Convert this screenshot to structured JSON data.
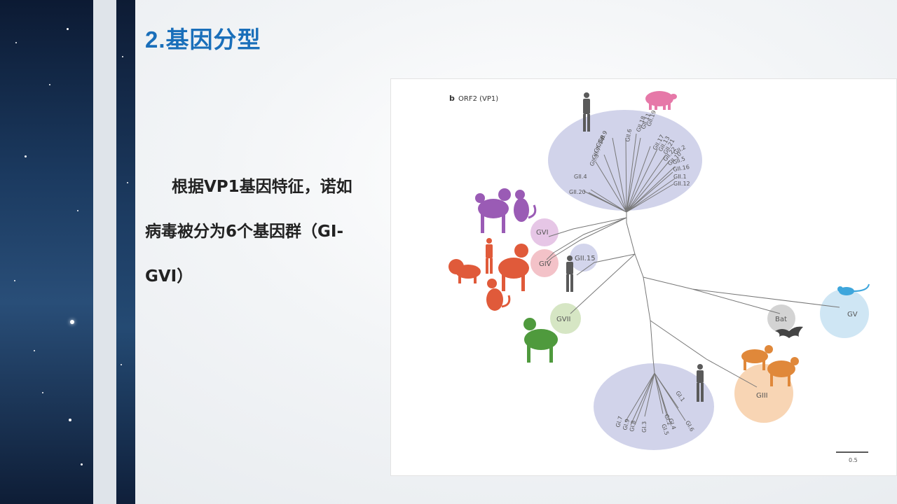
{
  "slide": {
    "title": "2.基因分型",
    "body_lines": [
      "根据VP1基因特征，诺如",
      "病毒被分为6个基因群（GI-",
      "GVI）"
    ]
  },
  "figure": {
    "panel_letter": "b",
    "panel_title": "ORF2 (VP1)",
    "group_labels": {
      "gvi": "GVI",
      "giv": "GIV",
      "gii15": "GII.15",
      "gvii": "GVII",
      "bat": "Bat",
      "gv": "GV",
      "giii": "GIII"
    },
    "gii_leaves": [
      "GII.9",
      "GII.8",
      "GII.14",
      "GII.7",
      "GII.3",
      "GII.6",
      "GII.18",
      "GII.11",
      "GII.19",
      "GII.17",
      "GII.13",
      "GII.21",
      "GII.22",
      "GII.10",
      "GII.2",
      "GII.5",
      "GII.16",
      "GII.1",
      "GII.12",
      "GII.4",
      "GII.20"
    ],
    "gi_leaves": [
      "GI.7",
      "GI.9",
      "GI.8",
      "GI.3",
      "GI.2",
      "GI.4",
      "GI.5",
      "GI.6",
      "GI.1"
    ],
    "scale_label": "0.5",
    "colors": {
      "gii_ellipse": "#c9cbe6",
      "gi_ellipse": "#c9cbe6",
      "gvi_circle": "#e6c6e6",
      "giv_circle": "#f3c2c8",
      "gii15_circle": "#d3d5ec",
      "gvii_circle": "#d6e6c4",
      "bat_circle": "#d3d3d3",
      "gv_circle": "#cfe6f4",
      "giii_circle": "#f8d5b4",
      "human": "#5a5a5a",
      "pig": "#e678a8",
      "purple_animals": "#9a5bb5",
      "red_animals": "#e05a3a",
      "green_dog": "#4f9a3d",
      "orange_cattle": "#e0883a",
      "mouse": "#3ea6dc",
      "bat": "#444444"
    }
  }
}
